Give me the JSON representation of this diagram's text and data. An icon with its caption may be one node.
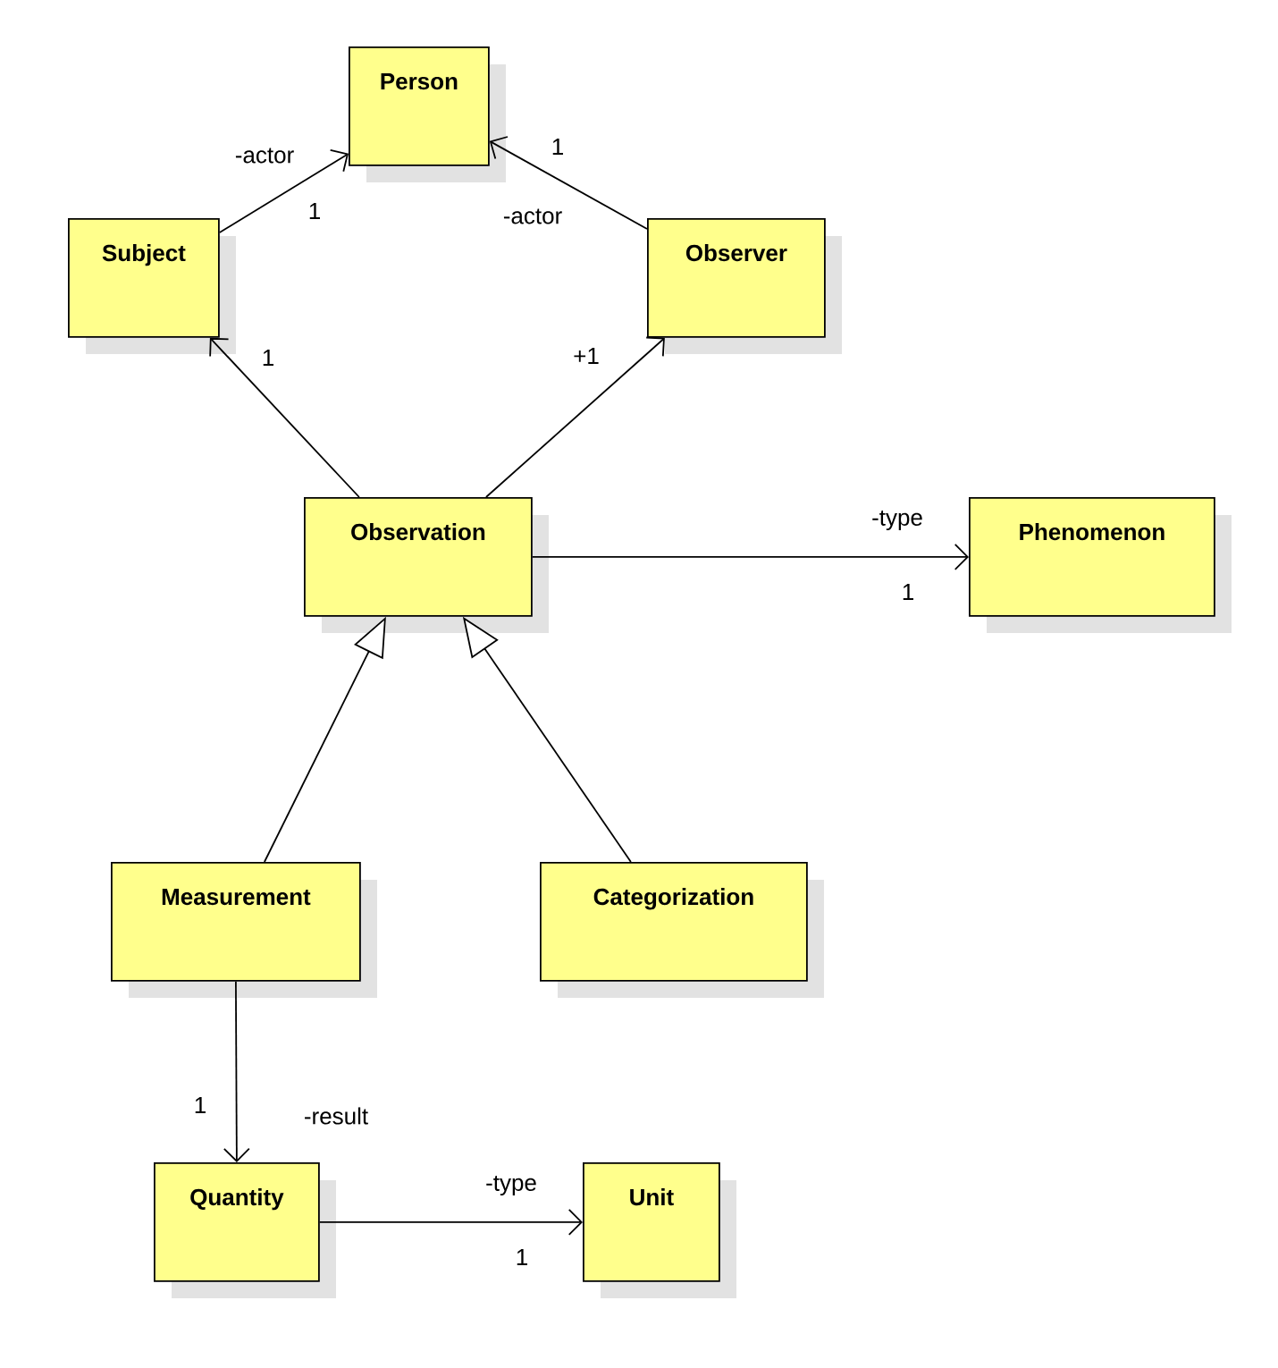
{
  "diagram": {
    "nodes": [
      {
        "text": [
          "Person"
        ]
      },
      {
        "text": [
          "Subject"
        ]
      },
      {
        "text": [
          "Observer"
        ]
      },
      {
        "text": [
          "Observation"
        ]
      },
      {
        "text": [
          "Phenomenon"
        ]
      },
      {
        "text": [
          "Measurement"
        ]
      },
      {
        "text": [
          "Categorization"
        ]
      },
      {
        "text": [
          "Quantity"
        ]
      },
      {
        "text": [
          "Unit"
        ]
      }
    ],
    "edges": [
      {
        "from": 1,
        "to": 0,
        "arrow": "to",
        "label": "-actor"
      },
      {
        "from": 2,
        "to": 0,
        "arrow": "to",
        "label": "-actor"
      },
      {
        "from": 3,
        "to": 1,
        "arrow": "to",
        "label": "1"
      },
      {
        "from": 3,
        "to": 2,
        "arrow": "to",
        "label": "+1"
      },
      {
        "from": 3,
        "to": 4,
        "arrow": "to",
        "label": "-type"
      },
      {
        "from": 5,
        "to": 3,
        "arrow": "to"
      },
      {
        "from": 6,
        "to": 3,
        "arrow": "to"
      },
      {
        "from": 5,
        "to": 7,
        "arrow": "to",
        "label": "-result"
      },
      {
        "from": 7,
        "to": 8,
        "arrow": "to",
        "label": "-type"
      }
    ],
    "labels": [
      "1",
      "1",
      "1",
      "1",
      "1"
    ]
  }
}
